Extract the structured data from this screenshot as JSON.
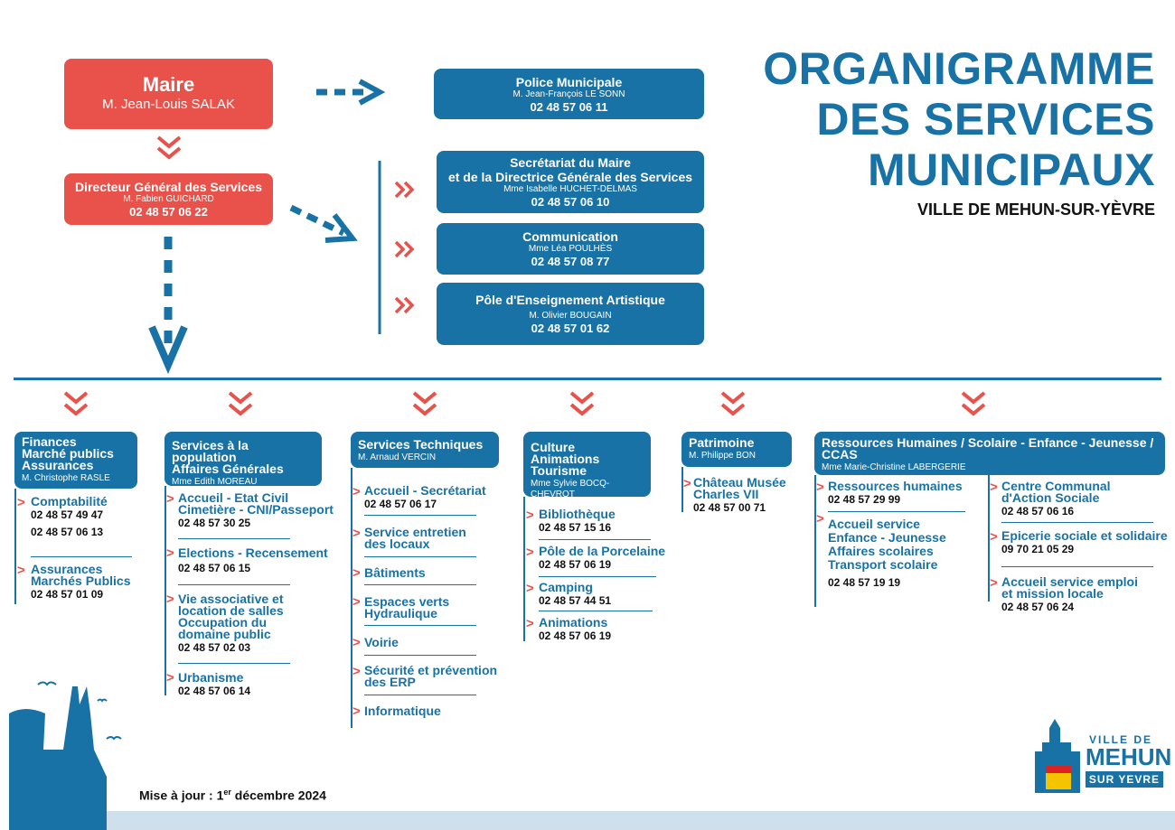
{
  "header": {
    "title_lines": [
      "ORGANIGRAMME",
      "DES SERVICES",
      "MUNICIPAUX"
    ],
    "subtitle": "VILLE DE MEHUN-SUR-YÈVRE"
  },
  "maire": {
    "title": "Maire",
    "name": "M. Jean-Louis SALAK"
  },
  "dgs": {
    "title": "Directeur Général des Services",
    "name": "M. Fabien GUICHARD",
    "phone": "02 48 57 06 22"
  },
  "police": {
    "title": "Police Municipale",
    "name": "M. Jean-François LE SONN",
    "phone": "02 48 57 06 11"
  },
  "secretariat": {
    "title1": "Secrétariat du Maire",
    "title2": "et de la Directrice Générale des Services",
    "name": "Mme Isabelle HUCHET-DELMAS",
    "phone": "02 48 57 06 10"
  },
  "communication": {
    "title": "Communication",
    "name": "Mme Léa POULHÈS",
    "phone": "02 48 57 08 77"
  },
  "pole": {
    "title": "Pôle d'Enseignement Artistique",
    "name": "M. Olivier BOUGAIN",
    "phone": "02 48 57 01 62"
  },
  "columns": {
    "finances": {
      "head": [
        "Finances",
        "Marché publics",
        "Assurances"
      ],
      "name": "M. Christophe RASLE",
      "items": [
        {
          "title": [
            "Comptabilité"
          ],
          "phones": [
            "02 48 57 49 47",
            "02 48 57 06 13"
          ]
        },
        {
          "title": [
            "Assurances",
            "Marchés Publics"
          ],
          "phones": [
            "02 48 57 01 09"
          ]
        }
      ]
    },
    "population": {
      "head": [
        "Services à la population",
        "Affaires Générales"
      ],
      "name": "Mme Edith MOREAU",
      "items": [
        {
          "title": [
            "Accueil - Etat Civil",
            "Cimetière - CNI/Passeport"
          ],
          "phones": [
            "02 48 57 30 25"
          ]
        },
        {
          "title": [
            "Elections - Recensement"
          ],
          "phones": [
            "02 48 57 06 15"
          ]
        },
        {
          "title": [
            "Vie associative et",
            "location de salles",
            "Occupation du",
            "domaine public"
          ],
          "phones": [
            "02 48 57 02 03"
          ]
        },
        {
          "title": [
            "Urbanisme"
          ],
          "phones": [
            "02 48 57 06 14"
          ]
        }
      ]
    },
    "techniques": {
      "head": [
        "Services Techniques"
      ],
      "name": "M. Arnaud VERCIN",
      "items": [
        {
          "title": [
            "Accueil - Secrétariat"
          ],
          "phones": [
            "02 48 57 06 17"
          ]
        },
        {
          "title": [
            "Service entretien",
            "des locaux"
          ],
          "phones": []
        },
        {
          "title": [
            "Bâtiments"
          ],
          "phones": []
        },
        {
          "title": [
            "Espaces verts",
            "Hydraulique"
          ],
          "phones": []
        },
        {
          "title": [
            "Voirie"
          ],
          "phones": []
        },
        {
          "title": [
            "Sécurité et prévention",
            "des ERP"
          ],
          "phones": []
        },
        {
          "title": [
            "Informatique"
          ],
          "phones": []
        }
      ]
    },
    "culture": {
      "head": [
        "Culture",
        "Animations",
        "Tourisme"
      ],
      "name": "Mme Sylvie BOCQ-CHEVROT",
      "items": [
        {
          "title": [
            "Bibliothèque"
          ],
          "phones": [
            "02 48 57 15 16"
          ]
        },
        {
          "title": [
            "Pôle de la Porcelaine"
          ],
          "phones": [
            "02 48 57 06 19"
          ]
        },
        {
          "title": [
            "Camping"
          ],
          "phones": [
            "02 48 57 44 51"
          ]
        },
        {
          "title": [
            "Animations"
          ],
          "phones": [
            "02 48 57 06 19"
          ]
        }
      ]
    },
    "patrimoine": {
      "head": [
        "Patrimoine"
      ],
      "name": "M. Philippe BON",
      "items": [
        {
          "title": [
            "Château Musée",
            "Charles VII"
          ],
          "phones": [
            "02 48 57 00 71"
          ]
        }
      ]
    },
    "rh": {
      "head": [
        "Ressources Humaines / Scolaire - Enfance - Jeunesse /",
        "CCAS"
      ],
      "name": "Mme Marie-Christine LABERGERIE",
      "items_left": [
        {
          "title": [
            "Ressources humaines"
          ],
          "phones": [
            "02 48 57 29 99"
          ]
        },
        {
          "title": [
            "Accueil service",
            "Enfance - Jeunesse",
            "Affaires scolaires",
            "Transport scolaire"
          ],
          "phones": [
            "02 48 57 19 19"
          ]
        }
      ],
      "items_right": [
        {
          "title": [
            "Centre Communal",
            "d'Action Sociale"
          ],
          "phones": [
            "02 48 57 06 16"
          ]
        },
        {
          "title": [
            "Epicerie sociale et solidaire"
          ],
          "phones": [
            "09 70 21 05 29"
          ]
        },
        {
          "title": [
            "Accueil service emploi",
            "et mission locale"
          ],
          "phones": [
            "02 48 57 06 24"
          ]
        }
      ]
    }
  },
  "footer": {
    "update_prefix": "Mise à jour : 1",
    "update_sup": "er",
    "update_suffix": " décembre 2024"
  },
  "logo": {
    "line1": "VILLE DE",
    "line2": "MEHUN",
    "line3": "SUR YEVRE"
  },
  "colors": {
    "red": "#e8524a",
    "blue": "#1872a6"
  }
}
